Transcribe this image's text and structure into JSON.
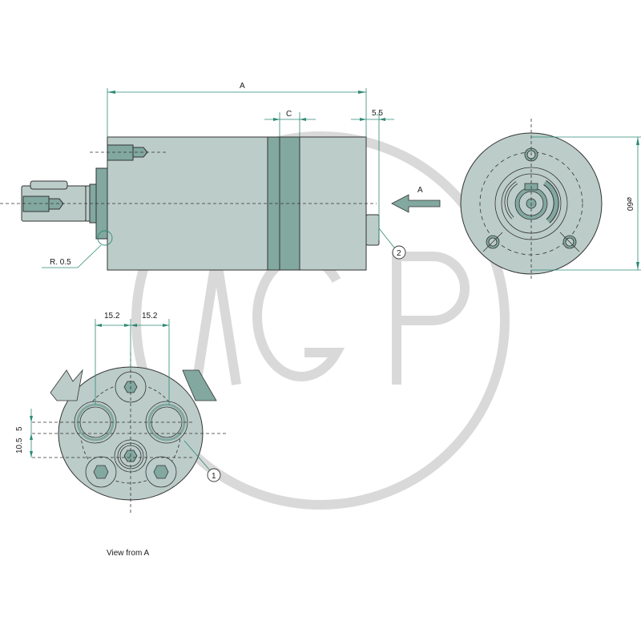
{
  "drawing": {
    "side_view": {
      "dim_length_label": "A",
      "dim_band_label": "C",
      "dim_end_label": "5.5",
      "radius_label": "R. 0.5",
      "view_arrow_label": "A",
      "callout_2": "2"
    },
    "end_view": {
      "diameter_label": "⌀60"
    },
    "port_view": {
      "dim_left_label": "15.2",
      "dim_right_label": "15.2",
      "dim_vertical_small": "5",
      "dim_vertical_large": "10.5",
      "callout_1": "1",
      "caption": "View from A"
    },
    "watermark": {
      "text": "AGP"
    },
    "colors": {
      "body": "#bccdc9",
      "accent": "#82a89f",
      "dimension": "#2e8a76",
      "watermark": "#d9d9d9"
    }
  }
}
